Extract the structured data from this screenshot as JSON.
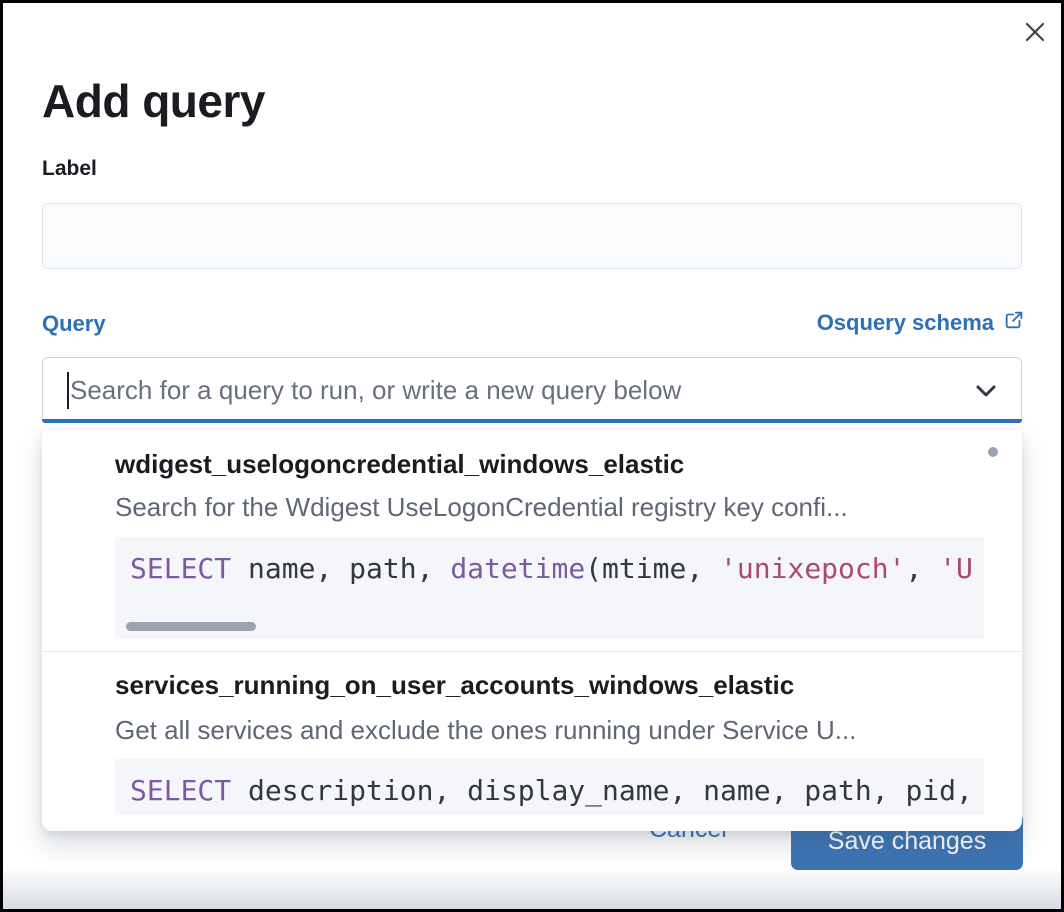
{
  "modal": {
    "title": "Add query",
    "close_icon": "close",
    "label_field": {
      "label": "Label",
      "value": ""
    },
    "query_field": {
      "label": "Query",
      "schema_link_label": "Osquery schema",
      "external_link_icon": "external-link",
      "placeholder": "Search for a query to run, or write a new query below",
      "dropdown_icon": "chevron-down"
    },
    "dropdown_options": [
      {
        "title": "wdigest_uselogoncredential_windows_elastic",
        "description": "Search for the Wdigest UseLogonCredential registry key confi...",
        "code_tokens": [
          {
            "text": "SELECT",
            "type": "keyword"
          },
          {
            "text": " name, path, ",
            "type": "plain"
          },
          {
            "text": "datetime",
            "type": "keyword"
          },
          {
            "text": "(mtime, ",
            "type": "plain"
          },
          {
            "text": "'unixepoch'",
            "type": "string"
          },
          {
            "text": ", ",
            "type": "plain"
          },
          {
            "text": "'U",
            "type": "string"
          }
        ]
      },
      {
        "title": "services_running_on_user_accounts_windows_elastic",
        "description": "Get all services and exclude the ones running under Service U...",
        "code_tokens": [
          {
            "text": "SELECT",
            "type": "keyword"
          },
          {
            "text": " description, display_name, name, path, pid,",
            "type": "plain"
          }
        ]
      }
    ],
    "footer": {
      "cancel_label": "Cancel",
      "save_label": "Save changes"
    },
    "colors": {
      "link_blue": "#2e70b8",
      "button_blue": "#3c74b3",
      "focus_underline": "#2e70b8",
      "keyword_purple": "#7c5aa3",
      "string_rose": "#ac4a6d",
      "code_plain": "#343741",
      "code_background": "#f4f6fa",
      "muted_text": "#5f6675",
      "title_text": "#1a1c21"
    }
  }
}
